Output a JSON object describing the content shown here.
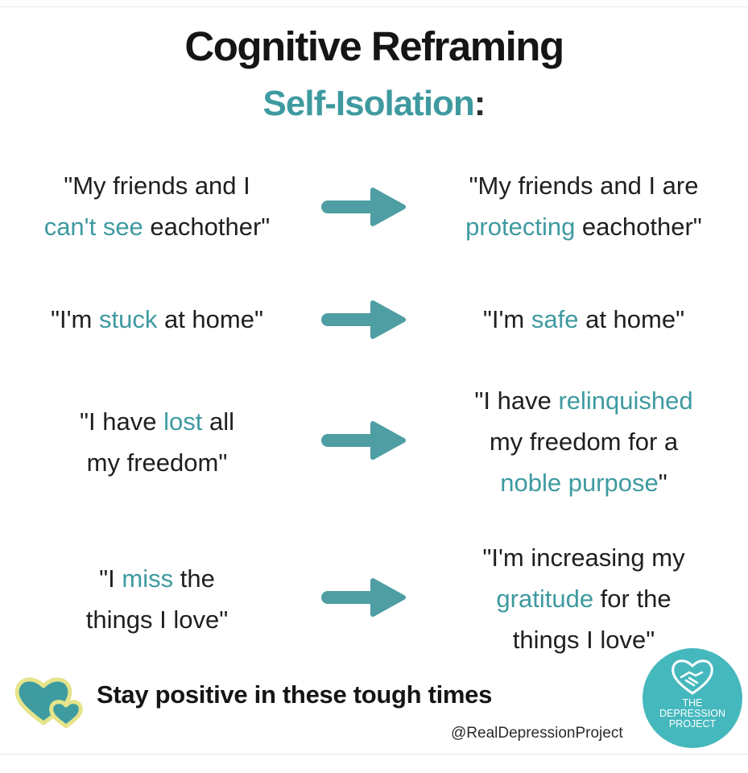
{
  "header": {
    "title": "Cognitive Reframing",
    "subtitle_main": "Self-Isolation",
    "subtitle_colon": ":"
  },
  "rows": [
    {
      "left": [
        {
          "text": "\"My friends and I"
        },
        {
          "segments": [
            {
              "t": "can't see",
              "hl": true
            },
            {
              "t": " eachother\"",
              "hl": false
            }
          ]
        }
      ],
      "right": [
        {
          "text": "\"My friends and I are"
        },
        {
          "segments": [
            {
              "t": "protecting",
              "hl": true
            },
            {
              "t": " eachother\"",
              "hl": false
            }
          ]
        }
      ]
    },
    {
      "left": [
        {
          "segments": [
            {
              "t": "\"I'm ",
              "hl": false
            },
            {
              "t": "stuck",
              "hl": true
            },
            {
              "t": " at home\"",
              "hl": false
            }
          ]
        }
      ],
      "right": [
        {
          "segments": [
            {
              "t": "\"I'm ",
              "hl": false
            },
            {
              "t": "safe",
              "hl": true
            },
            {
              "t": " at home\"",
              "hl": false
            }
          ]
        }
      ]
    },
    {
      "left": [
        {
          "segments": [
            {
              "t": "\"I have ",
              "hl": false
            },
            {
              "t": "lost",
              "hl": true
            },
            {
              "t": " all",
              "hl": false
            }
          ]
        },
        {
          "text": "my freedom\""
        }
      ],
      "right": [
        {
          "segments": [
            {
              "t": "\"I have ",
              "hl": false
            },
            {
              "t": "relinquished",
              "hl": true
            }
          ]
        },
        {
          "text": "my freedom for a"
        },
        {
          "segments": [
            {
              "t": "noble purpose",
              "hl": true
            },
            {
              "t": "\"",
              "hl": false
            }
          ]
        }
      ]
    },
    {
      "left": [
        {
          "segments": [
            {
              "t": "\"I ",
              "hl": false
            },
            {
              "t": "miss",
              "hl": true
            },
            {
              "t": " the",
              "hl": false
            }
          ]
        },
        {
          "text": "things I love\""
        }
      ],
      "right": [
        {
          "text": "\"I'm increasing my"
        },
        {
          "segments": [
            {
              "t": "gratitude",
              "hl": true
            },
            {
              "t": " for the",
              "hl": false
            }
          ]
        },
        {
          "text": "things I love\""
        }
      ]
    }
  ],
  "footer": {
    "tagline": "Stay positive in these tough times",
    "handle": "@RealDepressionProject",
    "logo_text": [
      "THE",
      "DEPRESSION",
      "PROJECT"
    ]
  },
  "colors": {
    "accent": "#3f9aa0",
    "arrow": "#4e9ea3",
    "logo_bg": "#45b8bd",
    "heart_fill": "#3e9ca1",
    "heart_outline": "#e6e48a"
  },
  "icons": [
    "arrow-right-icon",
    "hearts-icon",
    "handshake-heart-icon"
  ]
}
